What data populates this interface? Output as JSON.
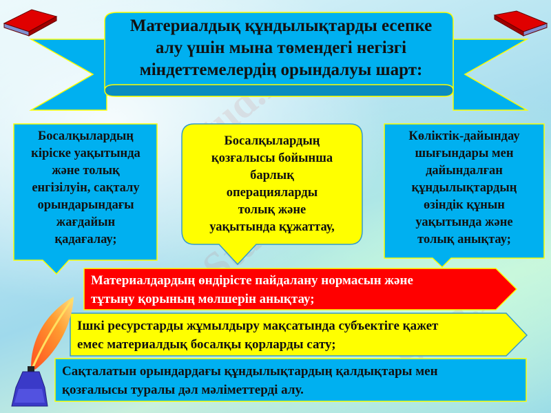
{
  "title": {
    "line1": "Материалдық құндылықтарды есепке",
    "line2": "алу үшін мына төмендегі негізгі",
    "line3": "міндеттемелердің орындалуы шарт:"
  },
  "callouts": [
    {
      "lines": [
        "Босалқылардың",
        "кіріске уақытында",
        "және толық",
        "енгізілуін, сақталу",
        "орындарындағы",
        "жағдайын",
        "қадағалау;"
      ],
      "color": "#00b0f0"
    },
    {
      "lines": [
        "Босалқылардың",
        "қозғалысы бойынша",
        "барлық",
        "операцияларды",
        "толық және",
        "уақытында құжаттау,"
      ],
      "color": "#ffff00"
    },
    {
      "lines": [
        "Көліктік-дайындау",
        "шығындары мен",
        "дайындалған",
        "құндылықтардың",
        "өзіндік құнын",
        "уақытында және",
        "толық анықтау;"
      ],
      "color": "#00b0f0"
    }
  ],
  "arrows": [
    {
      "line1": "Материалдардың өндірісте пайдалану нормасын және",
      "line2": "тұтыну қорының мөлшерін анықтау;",
      "color": "#ff0000",
      "text_color": "#ffffff"
    },
    {
      "line1": "Ішкі ресурстарды жұмылдыру мақсатында субъектіге қажет",
      "line2": "емес материалдық босалқы қорларды сату;",
      "color": "#ffff00",
      "text_color": "#111111"
    },
    {
      "line1": "Сақталатын орындардағы құндылықтардың қалдықтары мен",
      "line2": "қозғалысы туралы дәл мәліметтерді алу.",
      "color": "#00b0f0",
      "text_color": "#111111"
    }
  ],
  "icons": {
    "left_book": "red-book-icon",
    "right_book": "red-book-icon",
    "quill": "quill-inkwell-icon"
  },
  "watermark": "Stud.kz"
}
